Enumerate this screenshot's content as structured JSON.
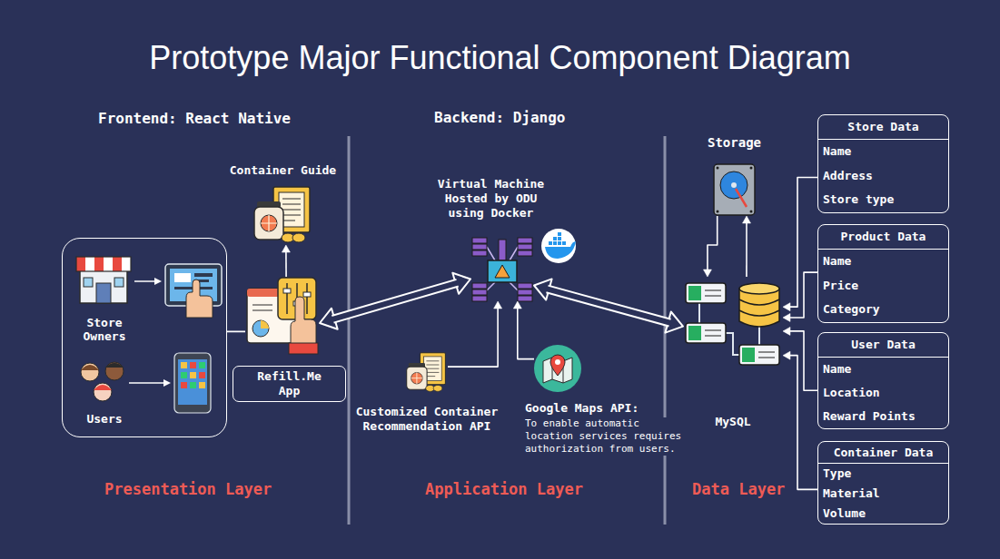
{
  "diagram": {
    "title": "Prototype Major Functional Component Diagram",
    "nodes": [
      {
        "text": [
          "Store Owners",
          "Users"
        ]
      },
      {
        "text": [
          "Refill.Me App"
        ]
      },
      {
        "text": [
          "Container Guide"
        ]
      },
      {
        "text": [
          "Virtual Machine Hosted by ODU using Docker"
        ]
      },
      {
        "text": [
          "Customized Container Recommendation API"
        ]
      },
      {
        "text": [
          "Google Maps API:",
          "To enable automatic location services requires authorization from users."
        ]
      },
      {
        "text": [
          "Storage"
        ]
      },
      {
        "text": [
          "MySQL"
        ]
      },
      {
        "text": [
          "Store Data",
          "Name",
          "Address",
          "Store type"
        ]
      },
      {
        "text": [
          "Product Data",
          "Name",
          "Price",
          "Category"
        ]
      },
      {
        "text": [
          "User Data",
          "Name",
          "Location",
          "Reward Points"
        ]
      },
      {
        "text": [
          "Container Data",
          "Type",
          "Material",
          "Volume"
        ]
      }
    ],
    "edges": [
      {
        "from": 0,
        "to": 1,
        "arrow": "none"
      },
      {
        "from": 1,
        "to": 2,
        "arrow": "to"
      },
      {
        "from": 1,
        "to": 3,
        "arrow": "both"
      },
      {
        "from": 4,
        "to": 3,
        "arrow": "to"
      },
      {
        "from": 5,
        "to": 3,
        "arrow": "to"
      },
      {
        "from": 3,
        "to": 7,
        "arrow": "both"
      },
      {
        "from": 6,
        "to": 7,
        "arrow": "to"
      },
      {
        "from": 7,
        "to": 6,
        "arrow": "to"
      },
      {
        "from": 8,
        "to": 7,
        "arrow": "to"
      },
      {
        "from": 9,
        "to": 7,
        "arrow": "to"
      },
      {
        "from": 10,
        "to": 7,
        "arrow": "to"
      },
      {
        "from": 11,
        "to": 7,
        "arrow": "to"
      }
    ],
    "labels": [
      "Frontend: React Native",
      "Backend: Django",
      "Presentation Layer",
      "Application Layer",
      "Data Layer"
    ]
  }
}
